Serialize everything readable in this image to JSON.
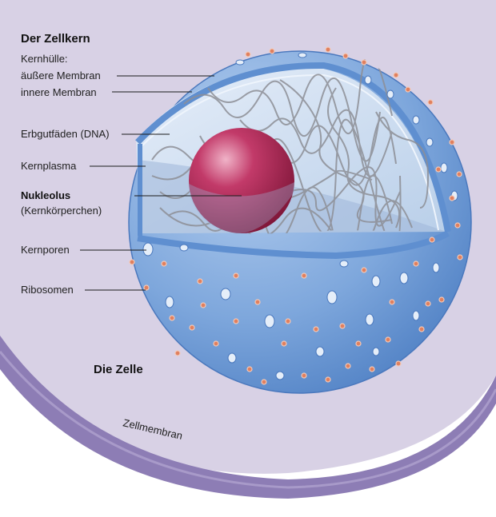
{
  "diagram": {
    "title": "Der Zellkern",
    "labels": {
      "kernhuelle": "Kernhülle:",
      "aeussere_membran": "äußere Membran",
      "innere_membran": "innere Membran",
      "erbgut": "Erbgutfäden (DNA)",
      "kernplasma": "Kernplasma",
      "nukleolus": "Nukleolus",
      "kernkoerperchen": "(Kernkörperchen)",
      "kernporen": "Kernporen",
      "ribosomen": "Ribosomen"
    },
    "cell_label": "Die Zelle",
    "membrane_label": "Zellmembran",
    "colors": {
      "cytoplasm": "#d6cfe3",
      "cell_membrane": "#8c7bb3",
      "nucleus_outer": "#6b97d4",
      "nucleus_inner": "#a9c6ea",
      "nucleolus": "#a8244f",
      "ribosome": "#e0805f",
      "pore": "#e3eefa"
    }
  }
}
